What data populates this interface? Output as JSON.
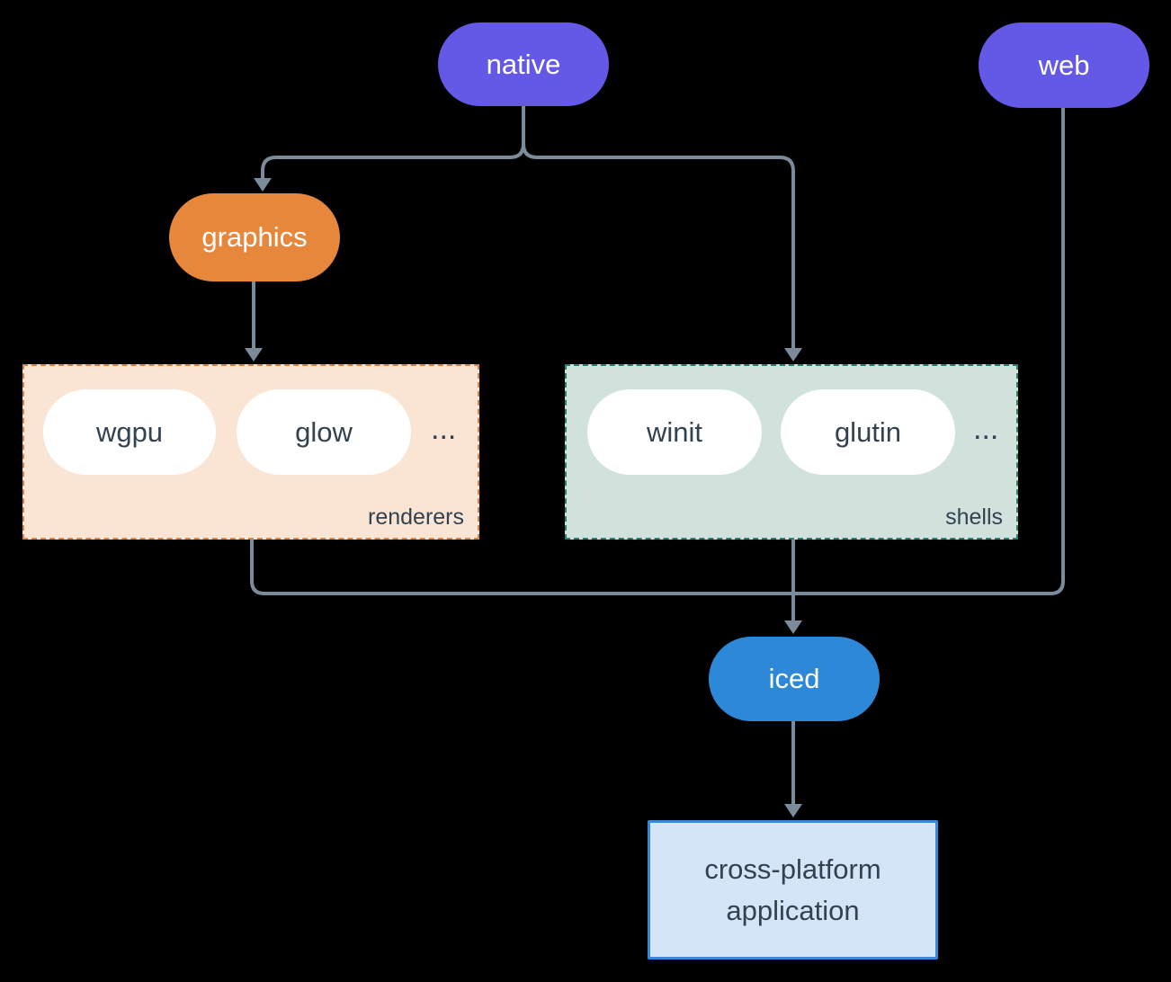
{
  "diagram": {
    "nodes": {
      "native": {
        "label": "native"
      },
      "web": {
        "label": "web"
      },
      "graphics": {
        "label": "graphics"
      },
      "iced": {
        "label": "iced"
      },
      "application": {
        "line1": "cross-platform",
        "line2": "application"
      }
    },
    "groups": {
      "renderers": {
        "label": "renderers",
        "items": [
          "wgpu",
          "glow"
        ],
        "ellipsis": "..."
      },
      "shells": {
        "label": "shells",
        "items": [
          "winit",
          "glutin"
        ],
        "ellipsis": "..."
      }
    },
    "edges": [
      {
        "from": "native",
        "to": "graphics"
      },
      {
        "from": "native",
        "to": "shells"
      },
      {
        "from": "graphics",
        "to": "renderers"
      },
      {
        "from": "renderers",
        "to": "iced"
      },
      {
        "from": "shells",
        "to": "iced"
      },
      {
        "from": "web",
        "to": "iced"
      },
      {
        "from": "iced",
        "to": "application"
      }
    ],
    "colors": {
      "background": "#000000",
      "purple_node": "#6458e6",
      "orange_node": "#e6873c",
      "blue_node": "#2e88d8",
      "renderers_fill": "#fae5d4",
      "renderers_border": "#df8440",
      "shells_fill": "#d1e1dc",
      "shells_border": "#2a7f6e",
      "application_fill": "#d4e5f7",
      "application_border": "#3489db",
      "edge": "#7c8b99",
      "dark_text": "#334250",
      "light_text": "#ffffff"
    }
  }
}
